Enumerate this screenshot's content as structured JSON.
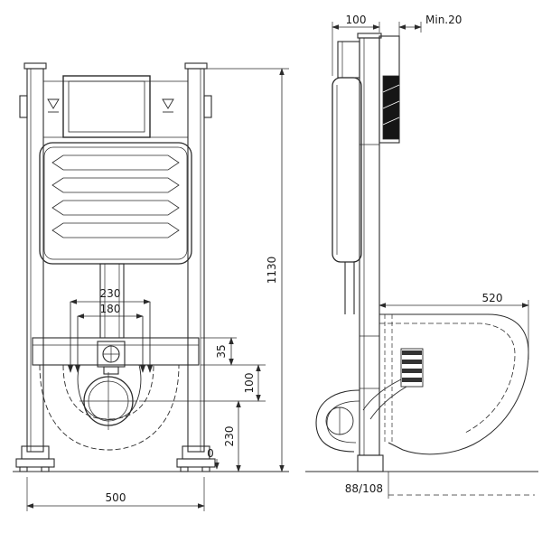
{
  "style": {
    "background": "#ffffff",
    "line_color": "#2b2b2b",
    "hatch_color": "#161616"
  },
  "front_view": {
    "dim_bolt_spacing_outer": "230",
    "dim_bolt_spacing_inner": "180",
    "dim_bracket_height": "35",
    "dim_drain_height": "230",
    "dim_inlet_height": "100",
    "datum_floor": "0",
    "dim_width": "500",
    "dim_height": "1130"
  },
  "side_view": {
    "dim_frame_depth": "100",
    "dim_min_clearance": "Min.20",
    "dim_bowl_depth": "520",
    "dim_outlet_size": "88/108"
  }
}
